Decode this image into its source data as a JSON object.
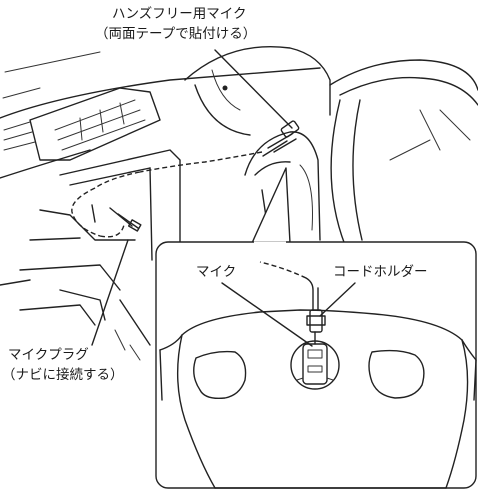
{
  "callouts": {
    "hands_free_mic": {
      "title": "ハンズフリー用マイク",
      "subtitle": "（両面テープで貼付ける）"
    },
    "mic_plug": {
      "title": "マイクプラグ",
      "subtitle": "（ナビに接続する）"
    }
  },
  "inset": {
    "mic_label": "マイク",
    "cord_holder_label": "コードホルダー"
  }
}
